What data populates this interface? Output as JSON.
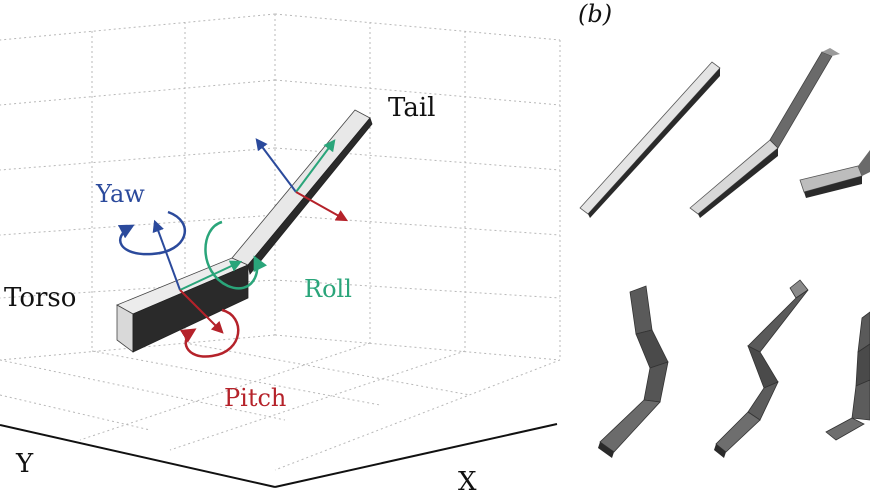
{
  "panel_b_label": "(b)",
  "labels": {
    "tail": "Tail",
    "torso": "Torso",
    "yaw": "Yaw",
    "roll": "Roll",
    "pitch": "Pitch",
    "axis_x": "X",
    "axis_y": "Y"
  },
  "colors": {
    "yaw": "#2b4a9c",
    "roll": "#2aa57a",
    "pitch": "#b5222a",
    "grid": "#b8b8b8",
    "axis": "#111111",
    "body_light": "#e6e6e6",
    "body_dark": "#2a2a2a"
  }
}
